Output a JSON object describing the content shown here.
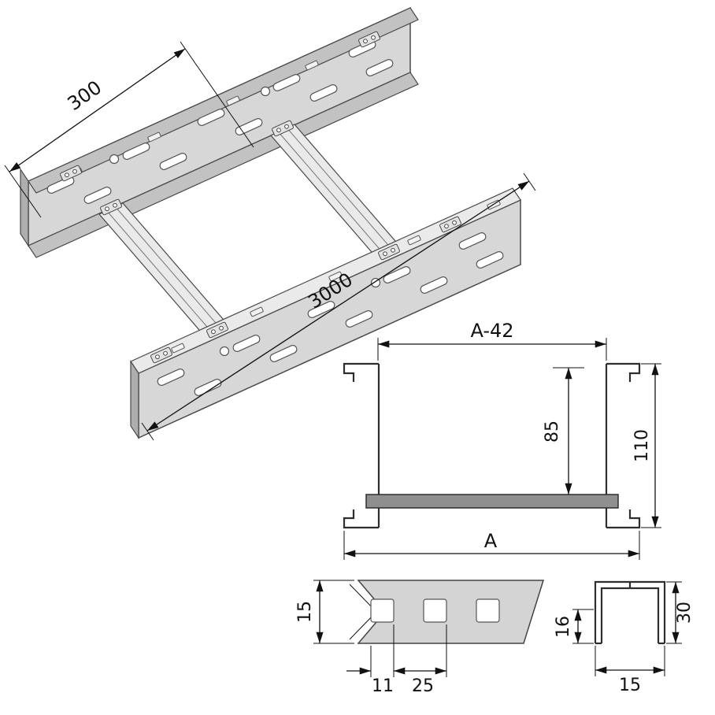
{
  "drawing": {
    "type": "technical-drawing-cable-ladder",
    "colors": {
      "line": "#2e2e2e",
      "dimension": "#111111",
      "metal_fill": "#d7d7d7",
      "rung_fill": "#8f8f8f",
      "background": "#ffffff"
    },
    "dims": {
      "iso": {
        "rung_spacing": "300",
        "length": "3000"
      },
      "section": {
        "inner_width": "A-42",
        "usable_depth": "85",
        "height": "110",
        "outer_width": "A"
      },
      "rung": {
        "width": "15",
        "slot_width": "11",
        "slot_pitch": "25"
      },
      "profile": {
        "inner_height": "16",
        "height": "30",
        "width": "15"
      }
    }
  }
}
